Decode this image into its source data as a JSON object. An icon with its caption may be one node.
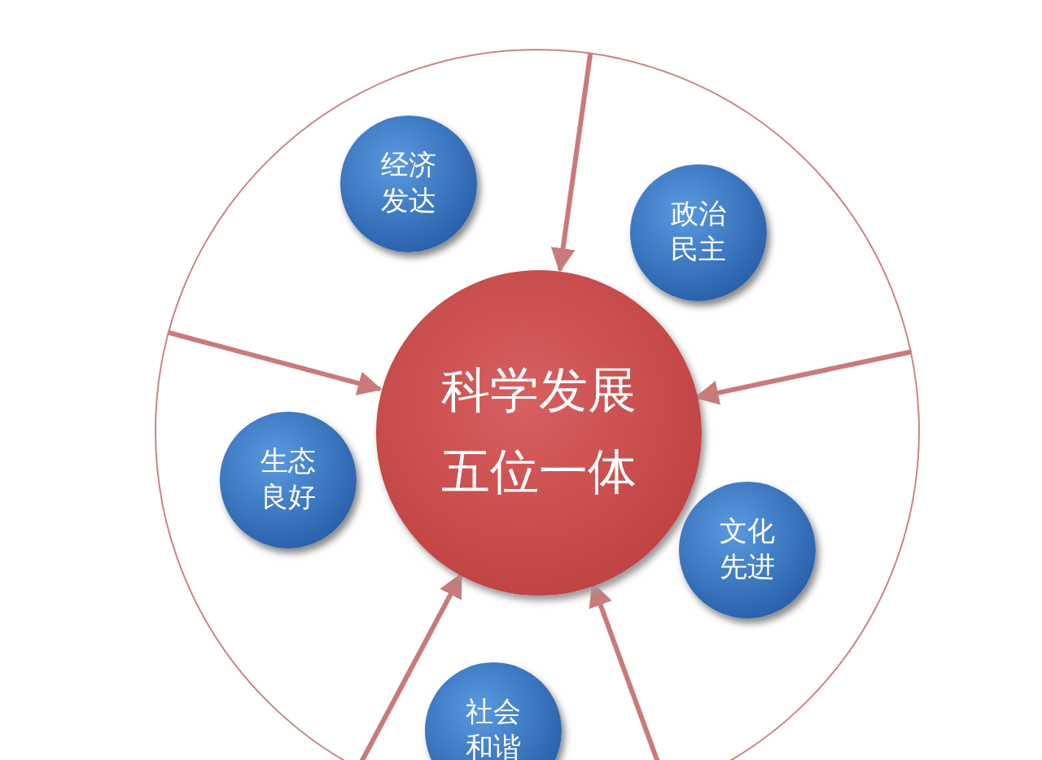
{
  "diagram": {
    "nodes": [
      {
        "text": [],
        "shape": "circle"
      },
      {
        "text": [
          "科学发展",
          "五位一体"
        ],
        "in": 0
      },
      {
        "text": [
          "经济发达"
        ],
        "in": 0
      },
      {
        "text": [
          "政治民主"
        ],
        "in": 0
      },
      {
        "text": [
          "文化先进"
        ],
        "in": 0
      },
      {
        "text": [
          "社会和谐"
        ],
        "in": 0
      },
      {
        "text": [
          "生态良好"
        ],
        "in": 0
      }
    ],
    "edges": [
      {
        "from": 0,
        "to": 1,
        "arrow": "to"
      },
      {
        "from": 0,
        "to": 1,
        "arrow": "to"
      },
      {
        "from": 0,
        "to": 1,
        "arrow": "to"
      },
      {
        "from": 0,
        "to": 1,
        "arrow": "to"
      },
      {
        "from": 0,
        "to": 1,
        "arrow": "to"
      }
    ]
  }
}
